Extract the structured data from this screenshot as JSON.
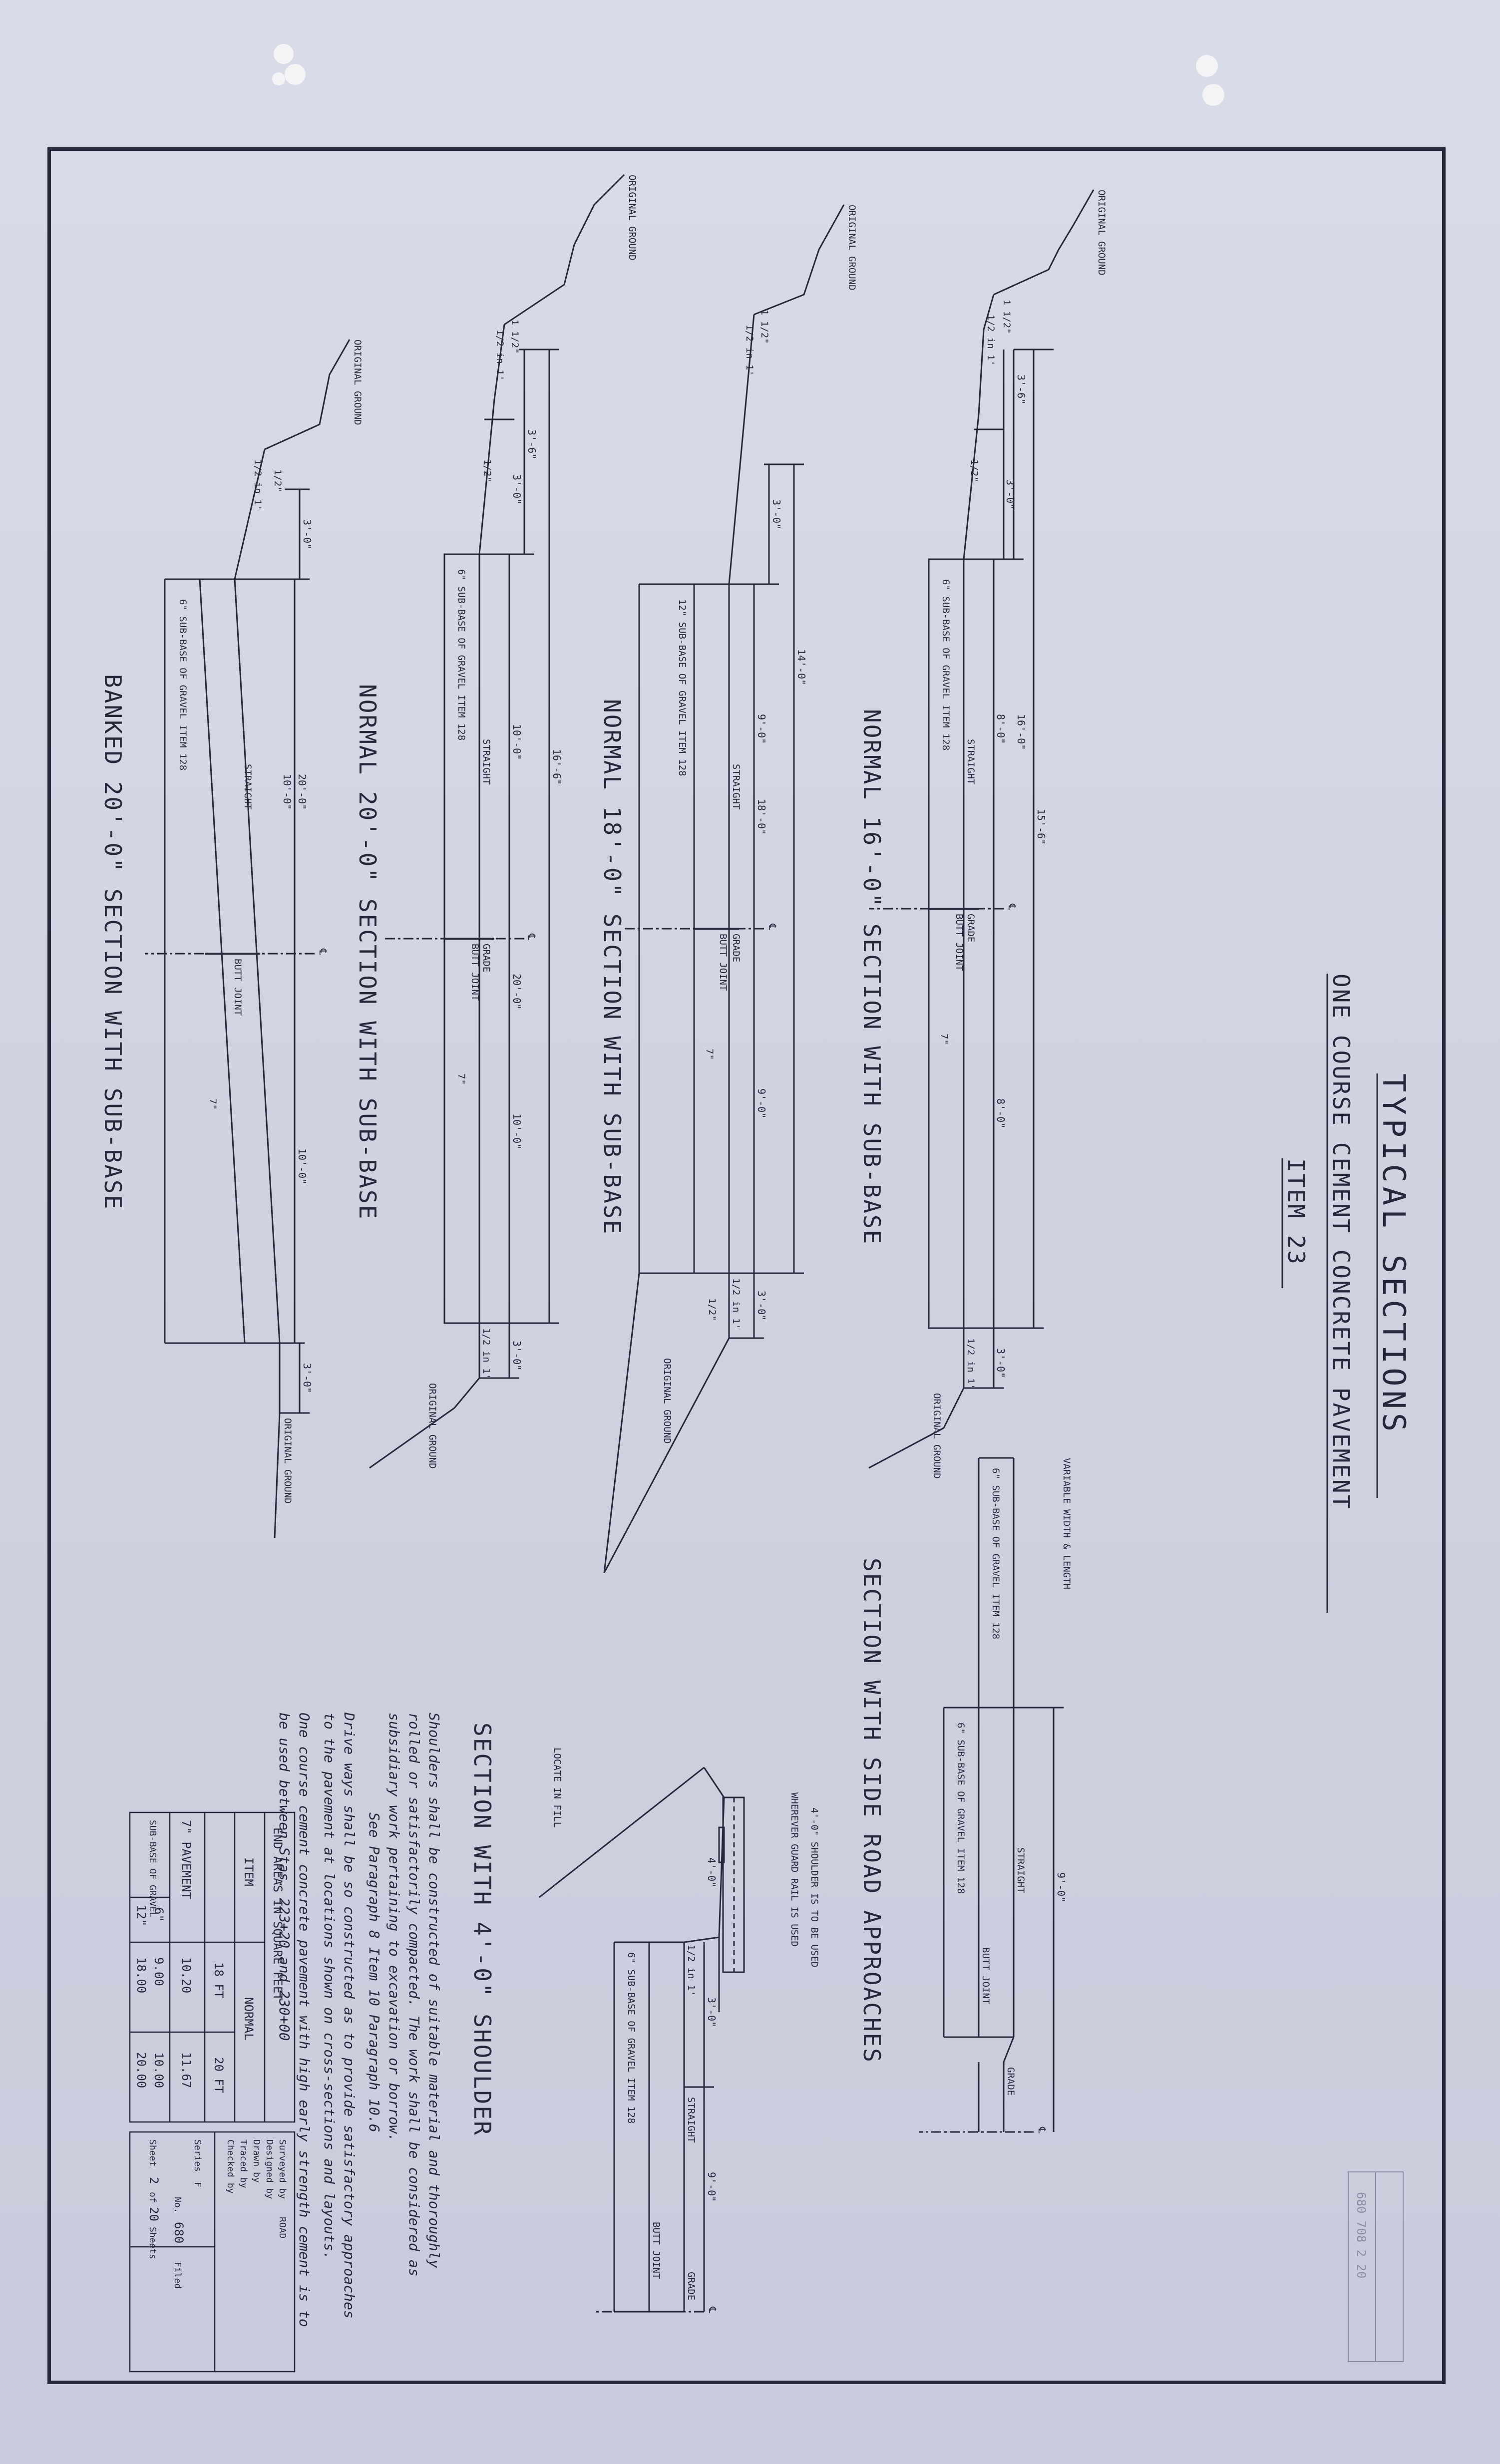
{
  "title": "TYPICAL    SECTIONS",
  "subtitle": "ONE COURSE CEMENT CONCRETE PAVEMENT",
  "item": "ITEM 23",
  "sections": [
    {
      "caption": "NORMAL 16'-0\" SECTION WITH SUB-BASE",
      "overall": "15'-6\"",
      "half_left": "16'-0\"",
      "dims": [
        "3'-6\"",
        "3'-0\"",
        "8'-0\"",
        "8'-0\"",
        "3'-0\""
      ],
      "slope": "1/2\"",
      "slope_ratio": "1/2 in 1'",
      "steep": "1 1/2\"",
      "subbase": "6\" SUB-BASE OF GRAVEL  ITEM 128",
      "straight": "STRAIGHT",
      "grade": "GRADE",
      "joint": "BUTT JOINT",
      "ground": "ORIGINAL GROUND",
      "ground2": "ORIGINAL GROUND",
      "cl": "℄",
      "thick": "7\""
    },
    {
      "caption": "NORMAL 18'-0\" SECTION WITH SUB-BASE",
      "overall": "14'-0\"",
      "half_left": "18'-0\"",
      "dims": [
        "3'-0\"",
        "9'-0\"",
        "9'-0\"",
        "3'-0\""
      ],
      "slope": "1/2\"",
      "slope_ratio": "1/2 in 1'",
      "steep": "1 1/2\"",
      "subbase": "12\" SUB-BASE OF GRAVEL  ITEM 128",
      "straight": "STRAIGHT",
      "grade": "GRADE",
      "joint": "BUTT JOINT",
      "ground": "ORIGINAL GROUND",
      "ground2": "ORIGINAL GROUND",
      "cl": "℄",
      "thick": "7\""
    },
    {
      "caption": "NORMAL 20'-0\" SECTION WITH SUB-BASE",
      "overall": "16'-6\"",
      "half_left": "20'-0\"",
      "dims": [
        "3'-6\"",
        "3'-0\"",
        "10'-0\"",
        "10'-0\"",
        "3'-0\""
      ],
      "slope": "1/2\"",
      "slope_ratio": "1/2 in 1'",
      "steep": "1 1/2\"",
      "subbase": "6\" SUB-BASE OF GRAVEL  ITEM 128",
      "straight": "STRAIGHT",
      "grade": "GRADE",
      "joint": "BUTT JOINT",
      "ground": "ORIGINAL GROUND",
      "ground2": "ORIGINAL GROUND",
      "cl": "℄",
      "thick": "7\""
    },
    {
      "caption": "BANKED 20'-0\" SECTION WITH SUB-BASE",
      "half_left": "20'-0\"",
      "dims": [
        "3'-0\"",
        "10'-0\"",
        "10'-0\"",
        "3'-0\""
      ],
      "slope": "1/2\"",
      "slope_ratio": "1/2 in 1'",
      "subbase": "6\" SUB-BASE OF GRAVEL  ITEM 128",
      "straight": "STRAIGHT",
      "joint": "BUTT JOINT",
      "ground": "ORIGINAL GROUND",
      "ground2": "ORIGINAL GROUND",
      "cl": "℄",
      "thick": "7\""
    }
  ],
  "side_road": {
    "caption": "SECTION WITH SIDE ROAD APPROACHES",
    "variable": "VARIABLE WIDTH & LENGTH",
    "subbase1": "6\" SUB-BASE OF GRAVEL  ITEM 128",
    "subbase2": "6\" SUB-BASE OF GRAVEL  ITEM 128",
    "dim": "9'-0\"",
    "straight": "STRAIGHT",
    "grade": "GRADE",
    "joint": "BUTT JOINT",
    "cl": "℄"
  },
  "shoulder": {
    "caption": "SECTION WITH 4'-0\" SHOULDER",
    "note1": "4'-0\" SHOULDER IS TO BE USED",
    "note2": "WHEREVER GUARD RAIL IS USED",
    "fill": "LOCATE IN FILL",
    "subbase": "6\" SUB-BASE OF GRAVEL  ITEM 128",
    "dims": [
      "4'-0\"",
      "3'-0\"",
      "9'-0\""
    ],
    "slope_ratio": "1/2 in 1'",
    "straight": "STRAIGHT",
    "grade": "GRADE",
    "joint": "BUTT JOINT",
    "cl": "℄"
  },
  "notes": [
    "Shoulders shall be constructed of suitable material and thoroughly",
    "rolled or satisfactorily compacted. The work shall be considered as",
    "subsidiary work pertaining to excavation or borrow.",
    "See Paragraph 8  Item 10    Paragraph 10.6",
    "Drive ways shall be so constructed as to provide satisfactory approaches",
    "to the pavement at locations shown on cross-sections and layouts.",
    "One course cement concrete pavement with high early strength cement is to",
    "be used between Stas. 223+20 and 230+00"
  ],
  "end_areas": {
    "title": "END AREAS IN SQUARE FEET",
    "header": [
      "ITEM",
      "NORMAL"
    ],
    "subheader": [
      "",
      "18 FT",
      "20 FT"
    ],
    "rows": [
      [
        "7\" PAVEMENT",
        "10.20",
        "11.67"
      ],
      [
        "SUB-BASE OF GRAVEL",
        "6\"",
        "9.00",
        "10.00"
      ],
      [
        "",
        "12\"",
        "18.00",
        "20.00"
      ]
    ]
  },
  "title_block": {
    "lines": [
      "Surveyed by",
      "Designed by",
      "Drawn by",
      "Traced by",
      "Checked by"
    ],
    "surveyed_val": "ROAD",
    "series_label": "Series",
    "series_val": "F",
    "no_label": "No.",
    "no_val": "680",
    "filed": "Filed",
    "sheet_label": "Sheet",
    "sheet_val": "2",
    "of_label": "of",
    "of_val": "20",
    "sheets": "Sheets"
  },
  "stamp": {
    "text": "680  708  2  20"
  }
}
